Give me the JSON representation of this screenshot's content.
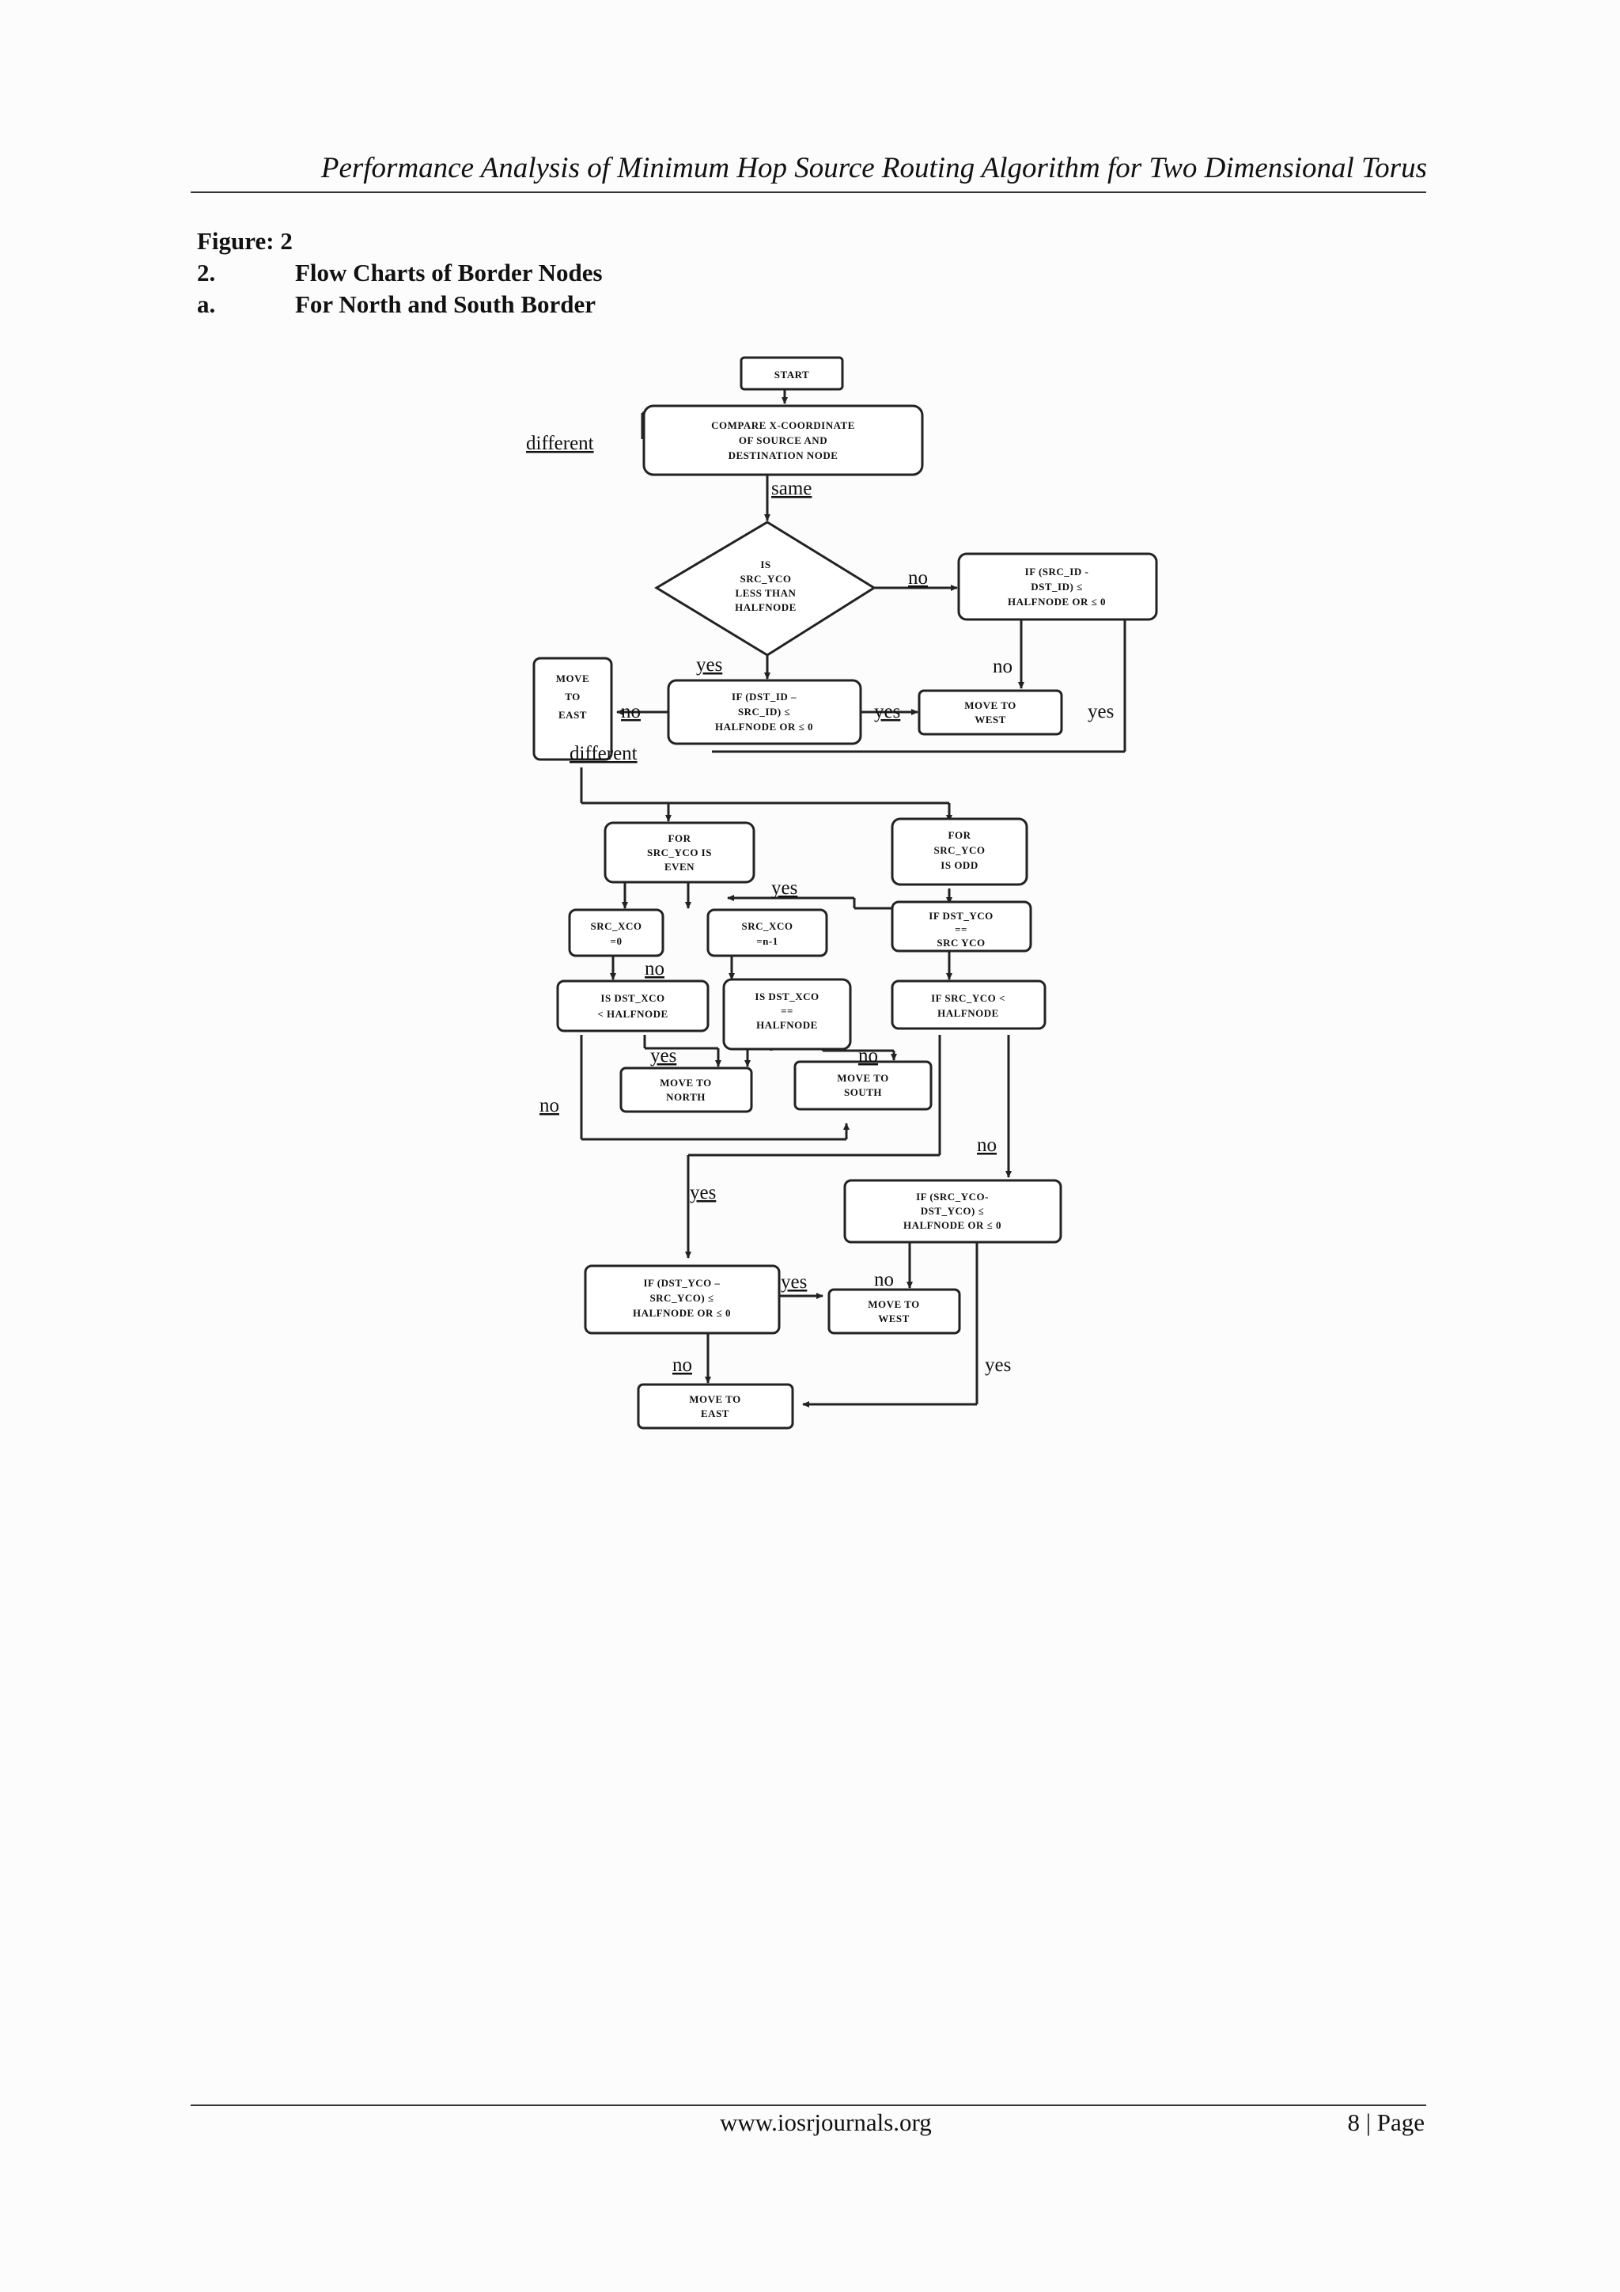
{
  "header": {
    "title": "Performance Analysis of Minimum Hop Source Routing Algorithm for Two Dimensional Torus"
  },
  "captions": {
    "figure": "Figure: 2",
    "section_num": "2.",
    "section_title": "Flow Charts of Border Nodes",
    "sub_num": "a.",
    "sub_title": "For North and South Border"
  },
  "flowchart": {
    "start": "START",
    "compare": [
      "COMPARE X-COORDINATE",
      "OF SOURCE AND",
      "DESTINATION   NODE"
    ],
    "decision": [
      "IS",
      "SRC_YCO",
      "LESS THAN",
      "HALFNODE"
    ],
    "if_src_dst": [
      "IF (SRC_ID  -",
      "DST_ID) ≤",
      "HALFNODE OR ≤ 0"
    ],
    "if_dst_src": [
      "IF (DST_ID  –",
      "SRC_ID) ≤",
      "HALFNODE OR ≤ 0"
    ],
    "move_east_top": [
      "MOVE",
      "TO",
      "EAST"
    ],
    "move_west_top": [
      "MOVE TO",
      "WEST"
    ],
    "for_even": [
      "FOR",
      "SRC_YCO  IS",
      "EVEN"
    ],
    "for_odd": [
      "FOR",
      "SRC_YCO",
      "IS ODD"
    ],
    "src_xco_0": [
      "SRC_XCO",
      "=0"
    ],
    "src_xco_n1": [
      "SRC_XCO",
      "=n-1"
    ],
    "if_dst_yco_eq": [
      "IF DST_YCO",
      "==",
      "SRC  YCO"
    ],
    "is_dst_xco_lt": [
      "IS DST_XCO",
      "< HALFNODE"
    ],
    "is_dst_xco_eq": [
      "IS DST_XCO",
      "==",
      "HALFNODE"
    ],
    "if_src_yco_lt": [
      "IF SRC_YCO  <",
      "HALFNODE"
    ],
    "move_north": [
      "MOVE TO",
      "NORTH"
    ],
    "move_south": [
      "MOVE TO",
      "SOUTH"
    ],
    "if_src_dst_yco": [
      "IF (SRC_YCO-",
      "DST_YCO) ≤",
      "HALFNODE OR ≤ 0"
    ],
    "if_dst_src_yco": [
      "IF (DST_YCO  –",
      "SRC_YCO)  ≤",
      "HALFNODE OR ≤ 0"
    ],
    "move_west_bottom": [
      "MOVE TO",
      "WEST"
    ],
    "move_east_bottom": [
      "MOVE TO",
      "EAST"
    ],
    "labels": {
      "different": "different",
      "same": "same",
      "no": "no",
      "yes": "yes",
      "different_bottom": "different"
    }
  },
  "footer": {
    "website": "www.iosrjournals.org",
    "page": "8 | Page"
  }
}
